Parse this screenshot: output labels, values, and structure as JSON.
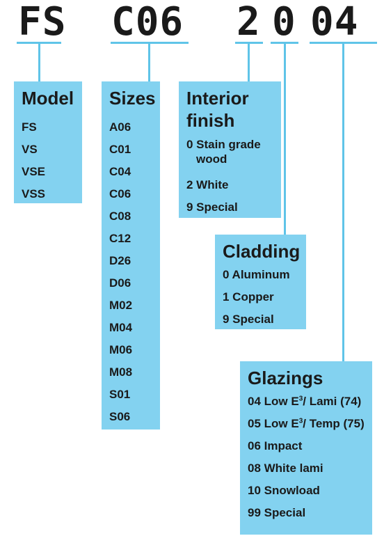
{
  "code": {
    "model": "FS",
    "size": "C06",
    "interior": "2",
    "cladding": "0",
    "glazing": "04"
  },
  "model": {
    "title": "Model",
    "items": [
      "FS",
      "VS",
      "VSE",
      "VSS"
    ]
  },
  "sizes": {
    "title": "Sizes",
    "items": [
      "A06",
      "C01",
      "C04",
      "C06",
      "C08",
      "C12",
      "D26",
      "D06",
      "M02",
      "M04",
      "M06",
      "M08",
      "S01",
      "S06"
    ]
  },
  "interior": {
    "title_line1": "Interior",
    "title_line2": "finish",
    "items": [
      "0 Stain grade wood",
      "2 White",
      "9 Special"
    ]
  },
  "cladding": {
    "title": "Cladding",
    "items": [
      "0 Aluminum",
      "1 Copper",
      "9 Special"
    ]
  },
  "glazings": {
    "title": "Glazings",
    "items": [
      {
        "pre": "04 Low E",
        "sup": "3",
        "post": "/ Lami (74)"
      },
      {
        "pre": "05 Low E",
        "sup": "3",
        "post": "/ Temp (75)"
      },
      {
        "pre": "06 Impact"
      },
      {
        "pre": "08 White lami"
      },
      {
        "pre": "10 Snowload"
      },
      {
        "pre": "99 Special"
      }
    ]
  },
  "colors": {
    "box": "#83d2f0",
    "line": "#5fc4e8",
    "text": "#1a1a1a"
  }
}
